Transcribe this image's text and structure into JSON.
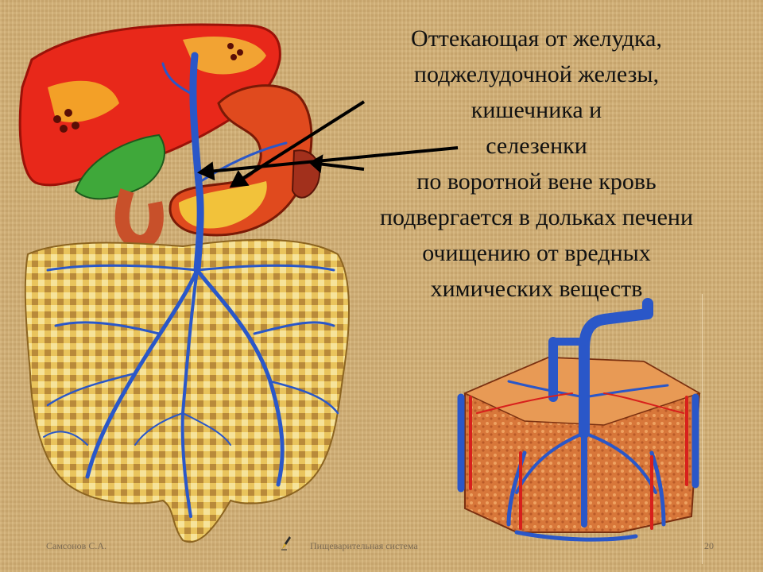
{
  "slide": {
    "lines": [
      "Оттекающая от желудка,",
      "поджелудочной железы,",
      "кишечника и",
      "селезенки",
      "по воротной вене кровь",
      "подвергается в дольках печени",
      "очищению от вредных",
      "химических веществ"
    ],
    "footer": {
      "author": "Самсонов С.А.",
      "title": "Пищеварительная система",
      "page_number": "20"
    }
  },
  "colors": {
    "background": "#cfae76",
    "liver": "#e8281a",
    "vein": "#2a57c8",
    "artery": "#d8201c",
    "intestine": "#e8c25a"
  },
  "icons": [
    "pen-icon"
  ]
}
